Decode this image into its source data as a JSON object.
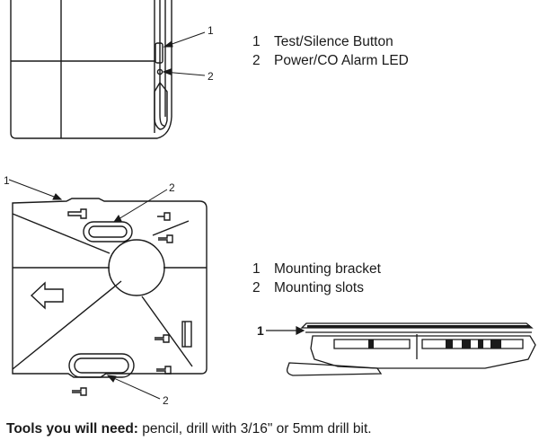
{
  "figure1": {
    "callouts": [
      "1",
      "2"
    ],
    "legend": [
      {
        "num": "1",
        "label": "Test/Silence Button"
      },
      {
        "num": "2",
        "label": "Power/CO Alarm LED"
      }
    ]
  },
  "figure2": {
    "callouts": [
      "1",
      "2",
      "2"
    ],
    "side_callout": "1",
    "legend": [
      {
        "num": "1",
        "label": "Mounting bracket"
      },
      {
        "num": "2",
        "label": "Mounting slots"
      }
    ]
  },
  "tools": {
    "label": "Tools you will need:",
    "text": " pencil, drill with 3/16\" or 5mm drill bit."
  }
}
